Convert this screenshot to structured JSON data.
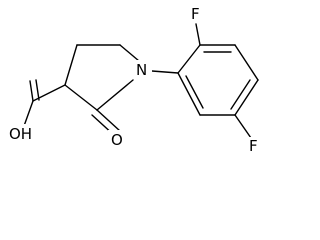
{
  "molecule": {
    "atoms": {
      "fluorine_top": "F",
      "fluorine_bottom": "F",
      "nitrogen": "N",
      "carboxyl_hydroxyl": "OH",
      "carbonyl_oxygen": "O"
    }
  },
  "colors": {
    "bond": "#000000",
    "label": "#000000",
    "background": "#ffffff"
  }
}
